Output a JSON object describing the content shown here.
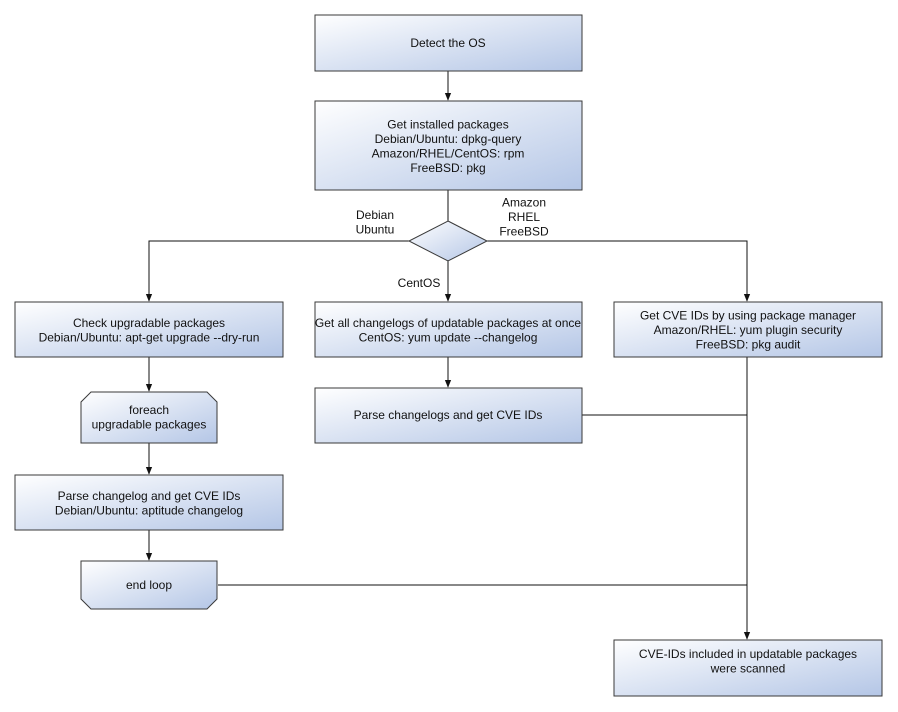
{
  "colors": {
    "box_fill_start": "#ffffff",
    "box_fill_end": "#b4c6e6",
    "stroke": "#3a3a3a",
    "edge": "#111111"
  },
  "nodes": {
    "detect_os": {
      "lines": [
        "Detect the OS"
      ]
    },
    "installed_packages": {
      "lines": [
        "Get installed packages",
        "Debian/Ubuntu: dpkg-query",
        "Amazon/RHEL/CentOS: rpm",
        "FreeBSD: pkg"
      ]
    },
    "check_upgradable": {
      "lines": [
        "Check upgradable packages",
        "Debian/Ubuntu: apt-get upgrade --dry-run"
      ]
    },
    "all_changelogs": {
      "lines": [
        "Get all changelogs of updatable packages at once",
        "CentOS: yum update --changelog"
      ]
    },
    "cve_pkg_manager": {
      "lines": [
        "Get CVE IDs by using package manager",
        "Amazon/RHEL: yum plugin security",
        "FreeBSD: pkg audit"
      ]
    },
    "foreach": {
      "lines": [
        "foreach",
        "upgradable  packages"
      ]
    },
    "parse_changelogs": {
      "lines": [
        "Parse changelogs and get CVE IDs"
      ]
    },
    "parse_changelog_deb": {
      "lines": [
        "Parse changelog and get  CVE IDs",
        "Debian/Ubuntu: aptitude changelog"
      ]
    },
    "end_loop": {
      "lines": [
        "end loop"
      ]
    },
    "result": {
      "lines": [
        "CVE-IDs included in updatable packages",
        "were scanned"
      ]
    }
  },
  "branch_labels": {
    "debian": [
      "Debian",
      "Ubuntu"
    ],
    "amazon": [
      "Amazon",
      "RHEL",
      "FreeBSD"
    ],
    "centos": [
      "CentOS"
    ]
  }
}
